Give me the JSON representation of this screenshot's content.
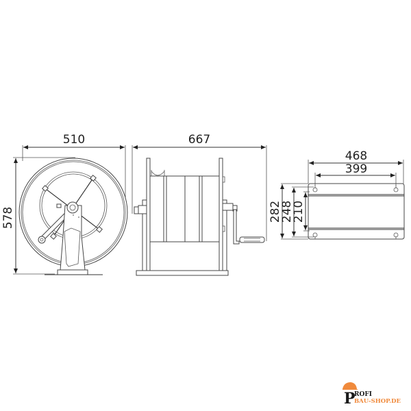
{
  "drawing": {
    "front_view": {
      "width_label": "510",
      "height_label": "578"
    },
    "side_view": {
      "width_label": "667"
    },
    "mounting_plate": {
      "outer_width_label": "468",
      "hole_spacing_label": "399",
      "height_outer_label": "282",
      "height_holes_label": "248",
      "height_inner_label": "210"
    }
  },
  "logo": {
    "line1": "ROFI",
    "line2": "BAU-SHOP.DE",
    "initial": "P",
    "colors": {
      "helmet": "#f08a3c",
      "text_dark": "#1a1a1a",
      "text_accent": "#f08a3c"
    }
  },
  "colors": {
    "background": "#ffffff",
    "line": "#333333"
  }
}
